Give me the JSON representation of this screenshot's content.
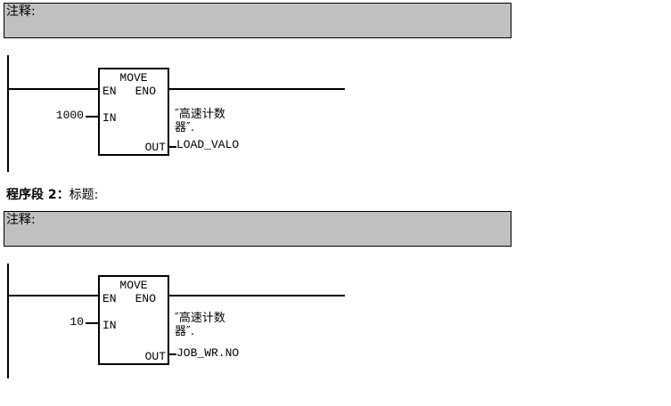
{
  "colors": {
    "comment_bg": "#c0c0c0",
    "line": "#000000",
    "text": "#000000"
  },
  "network1": {
    "comment": "注释:",
    "in_value": "1000",
    "block": {
      "title": "MOVE",
      "en_label": "EN",
      "eno_label": "ENO",
      "in_label": "IN",
      "out_label": "OUT"
    },
    "dest_db": "″高速计数\n器″.",
    "out_operand": "LOAD_VALO"
  },
  "network2": {
    "header_prefix": "程序段 2：",
    "header_title": "标题:",
    "comment": "注释:",
    "in_value": "10",
    "block": {
      "title": "MOVE",
      "en_label": "EN",
      "eno_label": "ENO",
      "in_label": "IN",
      "out_label": "OUT"
    },
    "dest_db": "″高速计数\n器″.",
    "out_operand": "JOB_WR.NO"
  }
}
